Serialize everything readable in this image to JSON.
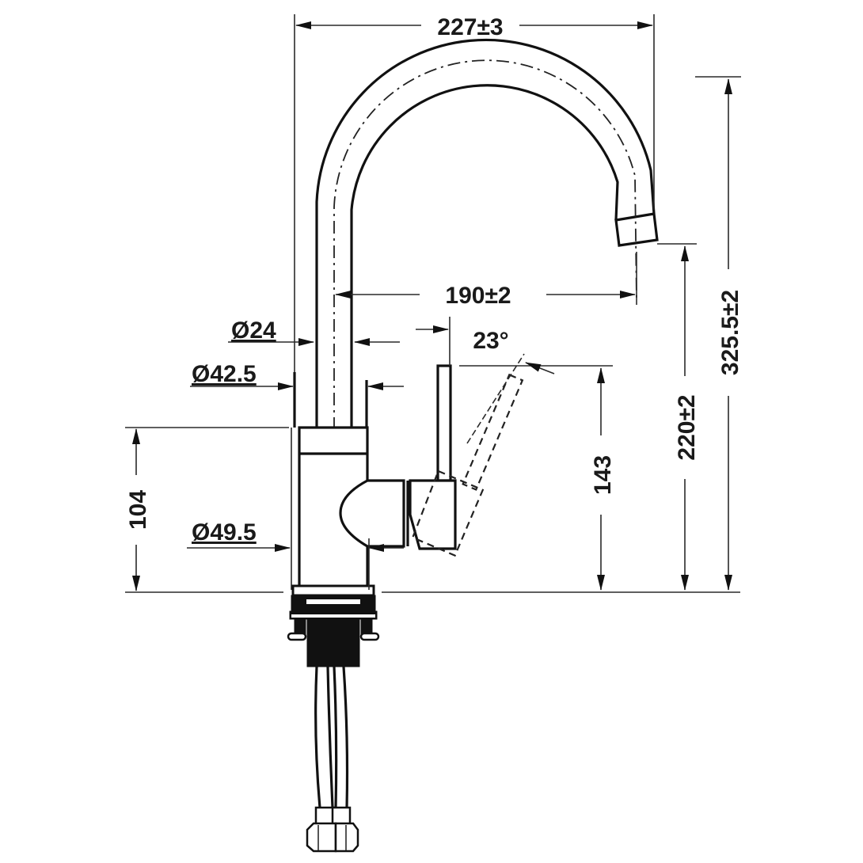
{
  "drawing": {
    "subject": "kitchen faucet side elevation",
    "units": "mm",
    "colors": {
      "line": "#111111",
      "background": "#ffffff"
    }
  },
  "dimensions": {
    "overall_reach": {
      "label": "227±3",
      "value": 227,
      "tolerance": 3,
      "orientation": "horizontal"
    },
    "spout_reach": {
      "label": "190±2",
      "value": 190,
      "tolerance": 2,
      "orientation": "horizontal"
    },
    "overall_height": {
      "label": "325.5±2",
      "value": 325.5,
      "tolerance": 2,
      "orientation": "vertical"
    },
    "spout_outlet_height": {
      "label": "220±2",
      "value": 220,
      "tolerance": 2,
      "orientation": "vertical"
    },
    "lever_height": {
      "label": "143",
      "value": 143,
      "orientation": "vertical"
    },
    "body_height": {
      "label": "104",
      "value": 104,
      "orientation": "vertical"
    },
    "spout_diameter": {
      "label": "Ø24",
      "value": 24
    },
    "neck_diameter": {
      "label": "Ø42.5",
      "value": 42.5
    },
    "body_diameter": {
      "label": "Ø49.5",
      "value": 49.5
    },
    "lever_angle": {
      "label": "23°",
      "value": 23
    }
  },
  "parts": [
    {
      "id": "spout",
      "name": "Swivel spout"
    },
    {
      "id": "body",
      "name": "Faucet body"
    },
    {
      "id": "lever",
      "name": "Single lever handle"
    },
    {
      "id": "mount",
      "name": "Mounting nut and threaded shank"
    },
    {
      "id": "hoses",
      "name": "Flexible supply hoses"
    }
  ]
}
